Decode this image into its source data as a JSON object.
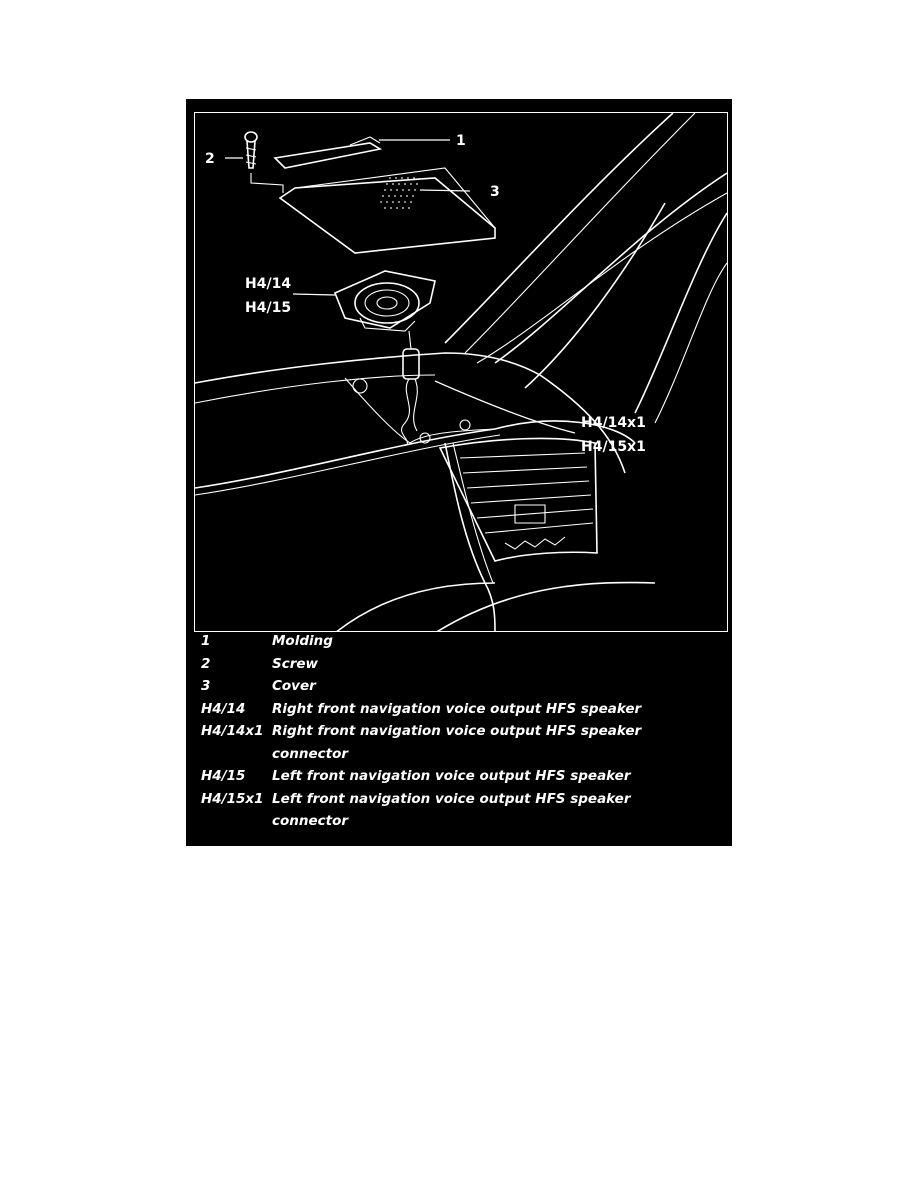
{
  "callouts": {
    "c1": "1",
    "c2": "2",
    "c3": "3",
    "h4_14": "H4/14",
    "h4_15": "H4/15",
    "h4_14x1": "H4/14x1",
    "h4_15x1": "H4/15x1"
  },
  "legend": [
    {
      "code": "1",
      "lines": [
        "Molding"
      ]
    },
    {
      "code": "2",
      "lines": [
        "Screw"
      ]
    },
    {
      "code": "3",
      "lines": [
        "Cover"
      ]
    },
    {
      "code": "H4/14",
      "lines": [
        "Right front navigation voice output HFS speaker"
      ]
    },
    {
      "code": "H4/14x1",
      "lines": [
        "Right front navigation voice output HFS speaker",
        "connector"
      ]
    },
    {
      "code": "H4/15",
      "lines": [
        "Left front navigation voice output HFS speaker"
      ]
    },
    {
      "code": "H4/15x1",
      "lines": [
        "Left front navigation voice output HFS speaker",
        "connector"
      ]
    }
  ],
  "colors": {
    "background": "#000000",
    "ink": "#ffffff"
  }
}
